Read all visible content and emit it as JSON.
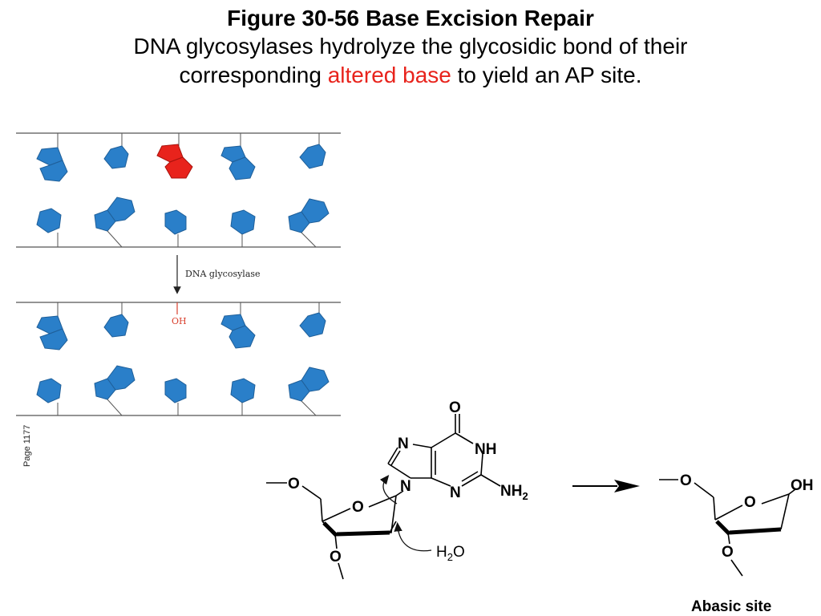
{
  "title": {
    "figure_label": "Figure 30-56",
    "figure_name": "Base Excision Repair",
    "line2": "DNA glycosylases hydrolyze the glycosidic bond of their",
    "line3_pre": "corresponding ",
    "line3_highlight": "altered base",
    "line3_post": " to yield an AP site."
  },
  "dna_panel": {
    "enzyme_label": "DNA glycosylase",
    "oh_label": "OH",
    "page_ref": "Page 1177"
  },
  "reaction": {
    "water_h": "H",
    "water_sub": "2",
    "water_o": "O",
    "product_label": "Abasic site"
  },
  "atoms": {
    "o": "O",
    "n": "N",
    "nh": "NH",
    "nh2_n": "NH",
    "nh2_sub": "2",
    "oh": "OH"
  },
  "colors": {
    "base_blue": "#2a7fc9",
    "altered_red": "#e8231c",
    "oh_red": "#d9412f",
    "strand_line": "#555555"
  }
}
